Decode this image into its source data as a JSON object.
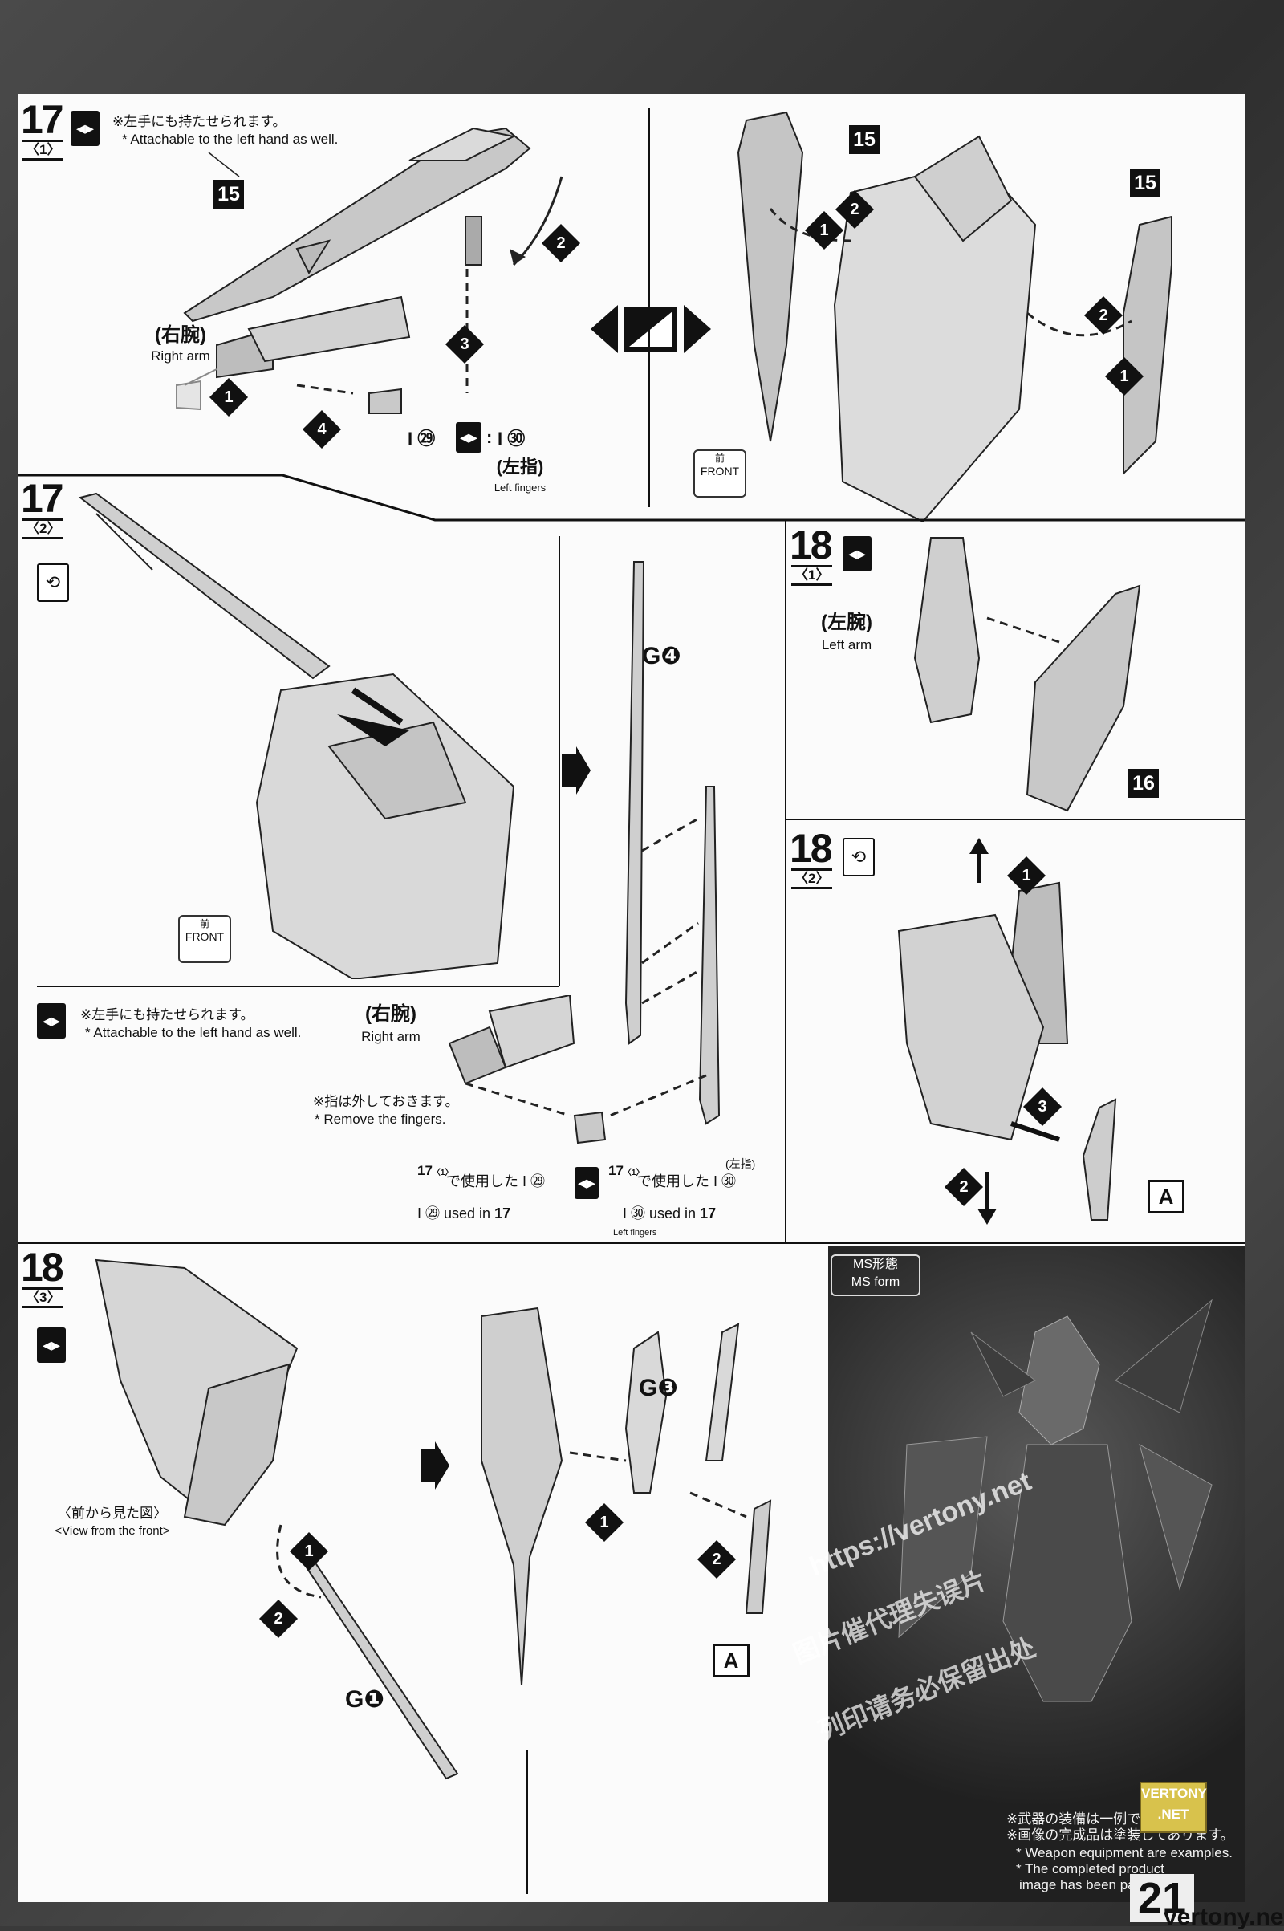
{
  "page_number": "21",
  "footer_url": "vertony.net",
  "watermark": {
    "url": "https://vertony.net",
    "line1": "图片催代理失误片",
    "line2": "列印请务必保留出处",
    "badge_line1": "VERTONY",
    "badge_line2": ".NET"
  },
  "step17_1": {
    "number": "17",
    "sub": "〈1〉",
    "note_jp": "※左手にも持たせられます。",
    "note_en": "* Attachable to the left hand as well.",
    "part_main": "15",
    "right_arm_jp": "(右腕)",
    "right_arm_en": "Right arm",
    "steps": [
      "1",
      "2",
      "3",
      "4"
    ],
    "swap_part_a": "I ㉙",
    "swap_sep": ":",
    "swap_part_b": "I ㉚",
    "left_fingers_jp": "(左指)",
    "left_fingers_en": "Left fingers",
    "right_part": "15",
    "right_part_b": "15",
    "right_steps": [
      "2",
      "1",
      "2",
      "1"
    ],
    "front_jp": "前",
    "front_en": "FRONT"
  },
  "step17_2": {
    "number": "17",
    "sub": "〈2〉",
    "front_jp": "前",
    "front_en": "FRONT",
    "gate": "G❹",
    "note_jp": "※左手にも持たせられます。",
    "note_en": "* Attachable to the left hand as well.",
    "right_arm_jp": "(右腕)",
    "right_arm_en": "Right arm",
    "remove_jp": "※指は外しておきます。",
    "remove_en": "* Remove the fingers.",
    "used_a_ref": "17",
    "used_a_sub": "〈1〉",
    "used_a_jp": "で使用した I ㉙",
    "used_a_en": "I ㉙ used in",
    "used_b_ref": "17",
    "used_b_sub": "〈1〉",
    "used_b_jp": "で使用した I ㉚",
    "used_b_left": "(左指)",
    "used_b_en": "I ㉚ used in",
    "left_fingers_en": "Left fingers"
  },
  "step18_1": {
    "number": "18",
    "sub": "〈1〉",
    "left_arm_jp": "(左腕)",
    "left_arm_en": "Left arm",
    "part": "16"
  },
  "step18_2": {
    "number": "18",
    "sub": "〈2〉",
    "steps": [
      "1",
      "2",
      "3"
    ],
    "box": "A"
  },
  "step18_3": {
    "number": "18",
    "sub": "〈3〉",
    "view_jp": "〈前から見た図〉",
    "view_en": "<View from the front>",
    "gate1": "G❶",
    "gate3": "G❸",
    "steps": [
      "1",
      "2",
      "1",
      "2"
    ],
    "box": "A"
  },
  "ms_form": {
    "jp": "MS形態",
    "en": "MS form",
    "note1_jp": "※武器の装備は一例です。",
    "note2_jp": "※画像の完成品は塗装してあります。",
    "note1_en": "* Weapon equipment are examples.",
    "note2_en": "* The completed product",
    "note3_en": "image has been painted."
  }
}
